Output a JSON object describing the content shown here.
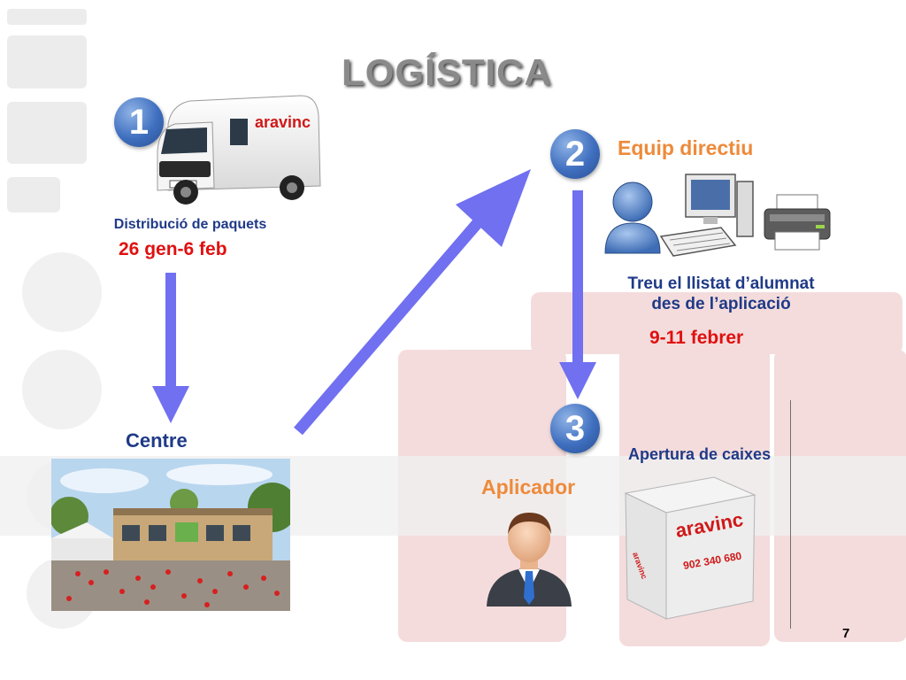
{
  "title": "LOGÍSTICA",
  "steps": [
    {
      "number": "1",
      "label": "Distribució de paquets",
      "date": "26 gen-6 feb"
    },
    {
      "number": "2",
      "heading": "Equip directiu",
      "label_line1": "Treu el llistat d’alumnat",
      "label_line2": "des de l’aplicació",
      "date": "9-11 febrer"
    },
    {
      "number": "3",
      "heading": "Aplicador",
      "box_caption": "Apertura de caixes"
    }
  ],
  "centre_label": "Centre",
  "van_logo": "aravinc",
  "box_logo": "aravinc",
  "box_phone": "902 340 680",
  "page_number": "7",
  "colors": {
    "arrow": "#7070f0",
    "badge": "#3f6fbf",
    "red_text": "#e01010",
    "blue_text": "#1f3a87",
    "orange_text": "#ee8a3a",
    "watermark": "#f2d3d3"
  }
}
